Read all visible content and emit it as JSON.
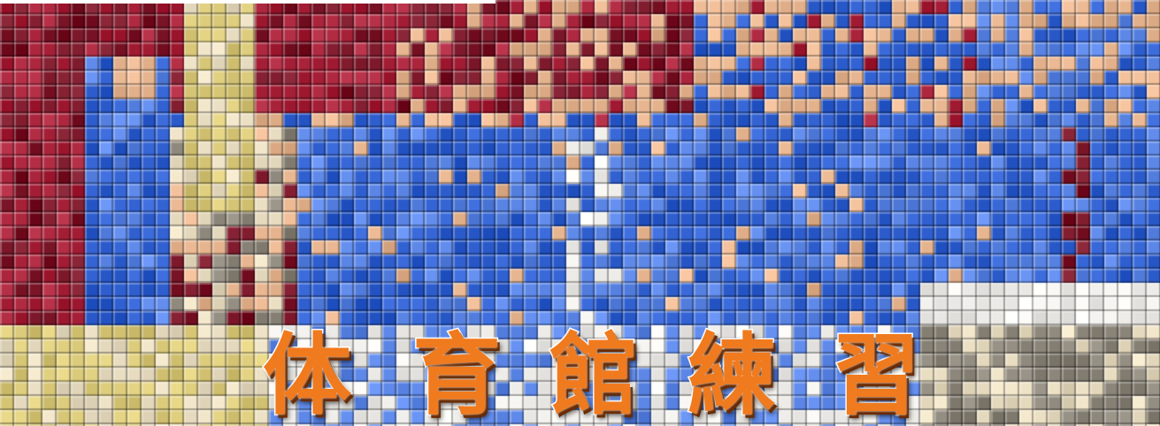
{
  "banner": {
    "title_chars": [
      "体",
      "育",
      "館",
      "練",
      "習"
    ],
    "palette": {
      "red": "#a8223a",
      "dark_red": "#7a1628",
      "blue": "#2f5fcf",
      "light_blue": "#5b86e6",
      "skin": "#e6b48e",
      "cream": "#e8dcc0",
      "yellow": "#d8c878",
      "white": "#f0eeea",
      "gray": "#8a8478",
      "title_orange": "#f07a1e"
    }
  }
}
